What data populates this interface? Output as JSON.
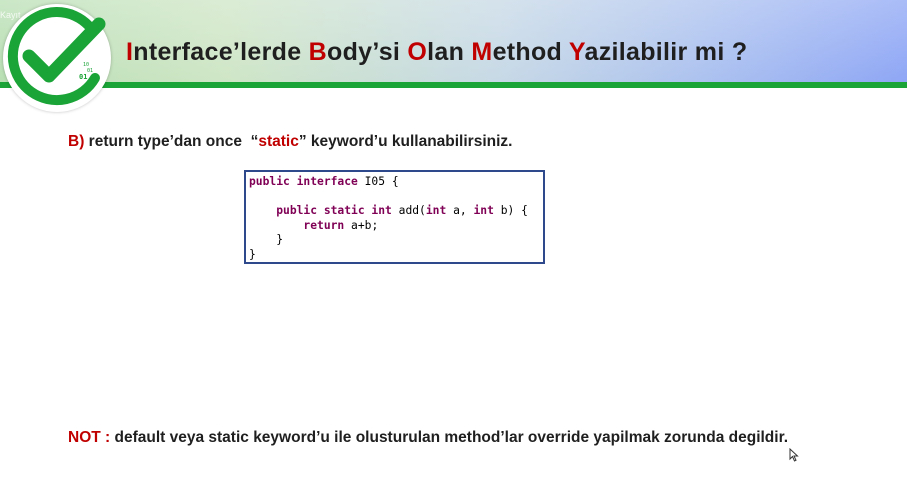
{
  "header": {
    "corner_text": "Kayıt",
    "logo_small_text_1": "10",
    "logo_small_text_2": "01",
    "logo_main_text": "01",
    "title_parts": [
      {
        "text": "I",
        "hl": true
      },
      {
        "text": "nterface’lerde ",
        "hl": false
      },
      {
        "text": "B",
        "hl": true
      },
      {
        "text": "ody’si ",
        "hl": false
      },
      {
        "text": "O",
        "hl": true
      },
      {
        "text": "lan ",
        "hl": false
      },
      {
        "text": "M",
        "hl": true
      },
      {
        "text": "ethod ",
        "hl": false
      },
      {
        "text": "Y",
        "hl": true
      },
      {
        "text": "azilabilir mi ?",
        "hl": false
      }
    ]
  },
  "content": {
    "option_label": "B)",
    "option_text_pre": " return type’dan once  “",
    "option_keyword": "static",
    "option_text_post": "” keyword’u kullanabilirsiniz."
  },
  "code": {
    "line1_kw": "public interface",
    "line1_rest": " I05 {",
    "line2_kw1": "public static int",
    "line2_mid": " add(",
    "line2_kw2": "int",
    "line2_a": " a, ",
    "line2_kw3": "int",
    "line2_end": " b) {",
    "line3_kw": "return",
    "line3_rest": " a+b;",
    "line4": "}",
    "line5": "}"
  },
  "note": {
    "label": "NOT :",
    "text": " default veya static keyword’u ile olusturulan method’lar override yapilmak zorunda degildir."
  },
  "colors": {
    "accent_red": "#c00000",
    "green_line": "#1aa336",
    "code_keyword": "#7f0055",
    "code_border": "#2f4a8c"
  }
}
